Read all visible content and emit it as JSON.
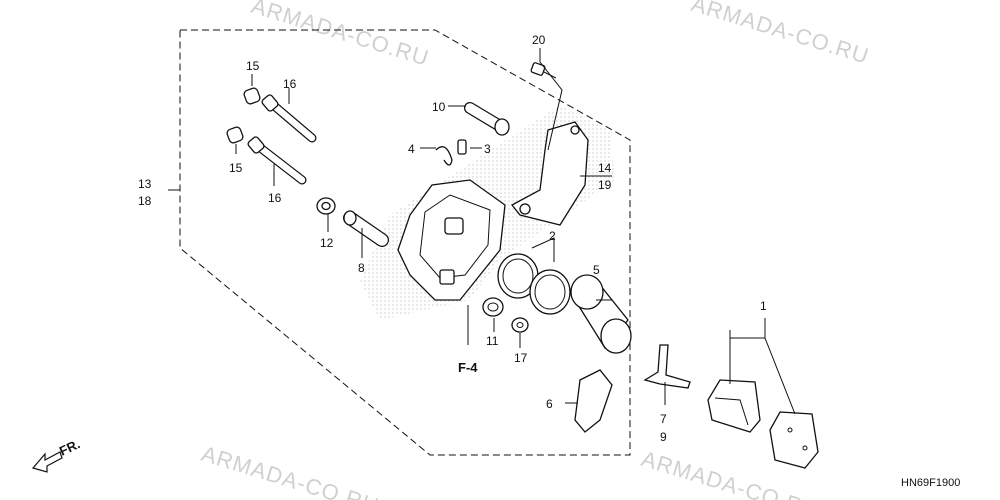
{
  "watermarks": {
    "top_center": "ARMADA-CO.RU",
    "top_right": "ARMADA-CO.RU",
    "bottom_left": "ARMADA-CO.RU",
    "bottom_right": "ARMADA-CO.RU"
  },
  "diagram_code": "HN69F1900",
  "ref_label": "F-4",
  "front_label": "FR.",
  "callouts": {
    "c1": "1",
    "c2": "2",
    "c3": "3",
    "c4": "4",
    "c5": "5",
    "c6": "6",
    "c7": "7",
    "c8": "8",
    "c9": "9",
    "c10": "10",
    "c11": "11",
    "c12": "12",
    "c13": "13",
    "c14": "14",
    "c15a": "15",
    "c15b": "15",
    "c16a": "16",
    "c16b": "16",
    "c17": "17",
    "c18": "18",
    "c19": "19",
    "c20": "20"
  },
  "colors": {
    "ink": "#111111",
    "watermark": "#d0d0d0",
    "stipple": "#9a9a9a"
  }
}
